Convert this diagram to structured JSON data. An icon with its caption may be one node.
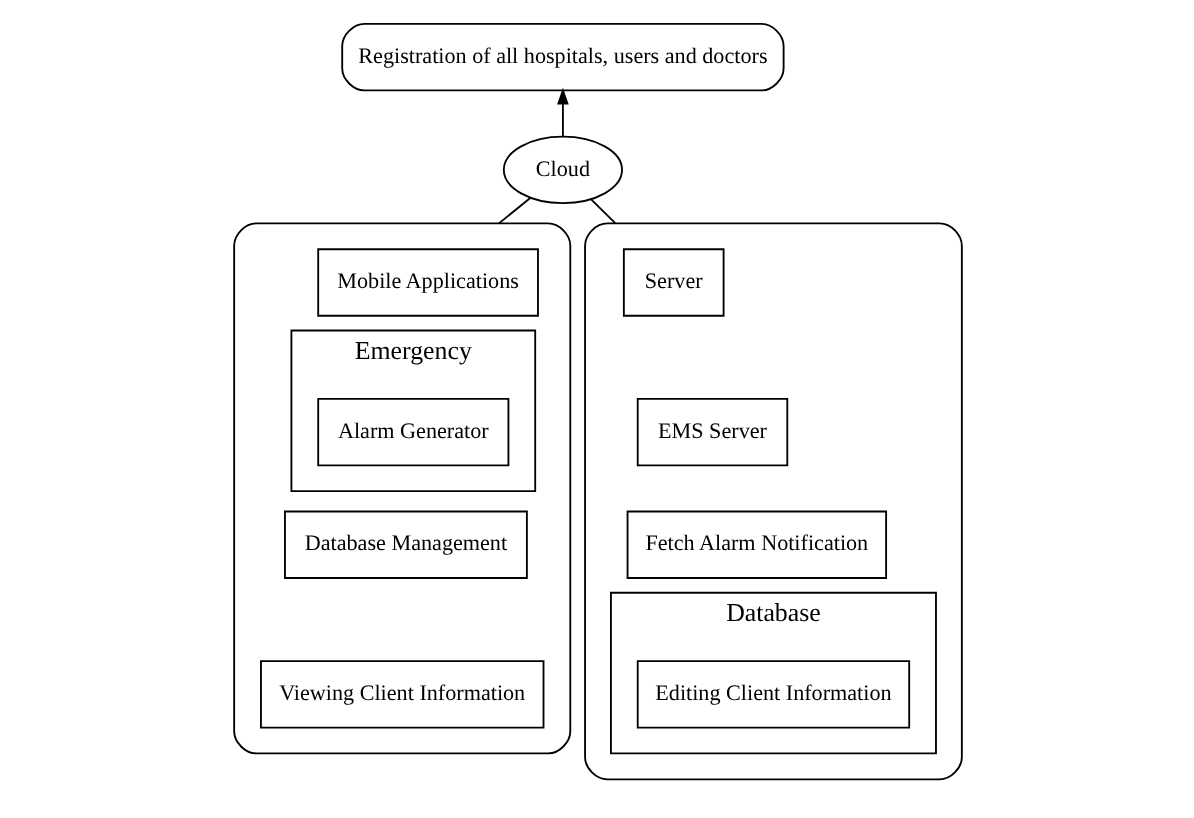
{
  "diagram": {
    "nodes": [
      {
        "text": [
          "Registration of all hospitals, users and doctors"
        ]
      },
      {
        "text": [
          "Cloud"
        ]
      },
      {
        "text": [],
        "shape": "box"
      },
      {
        "text": [
          "Mobile Applications"
        ],
        "in": 2
      },
      {
        "text": [
          "Emergency"
        ],
        "in": 2
      },
      {
        "text": [
          "Alarm Generator"
        ],
        "in": 4
      },
      {
        "text": [
          "Database Management"
        ],
        "in": 2
      },
      {
        "text": [
          "Viewing Client Information"
        ],
        "in": 2
      },
      {
        "text": [],
        "shape": "box"
      },
      {
        "text": [
          "Server"
        ],
        "in": 8
      },
      {
        "text": [
          "EMS Server"
        ],
        "in": 8
      },
      {
        "text": [
          "Fetch Alarm Notification"
        ],
        "in": 8
      },
      {
        "text": [
          "Database"
        ],
        "in": 8
      },
      {
        "text": [
          "Editing Client Information"
        ],
        "in": 12
      }
    ],
    "edges": [
      {
        "from": 1,
        "to": 0,
        "arrow": "to"
      },
      {
        "from": 1,
        "to": 2,
        "arrow": "none"
      },
      {
        "from": 1,
        "to": 8,
        "arrow": "none"
      }
    ]
  }
}
